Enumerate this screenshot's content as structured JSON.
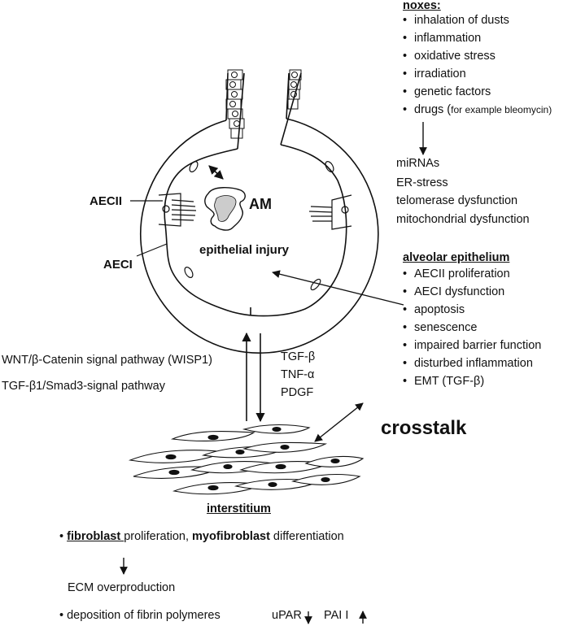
{
  "noxes": {
    "heading": "noxes:",
    "items": [
      "inhalation of dusts",
      "inflammation",
      "oxidative stress",
      "irradiation",
      "genetic factors"
    ],
    "drugs_prefix": "drugs (",
    "drugs_example": "for example bleomycin",
    "drugs_suffix": ")"
  },
  "mechanisms": [
    "miRNAs",
    "ER-stress",
    "telomerase dysfunction",
    "mitochondrial dysfunction"
  ],
  "alveolus": {
    "aecii": "AECII",
    "aeci": "AECI",
    "am": "AM",
    "injury": "epithelial injury"
  },
  "alveolar_epithelium": {
    "heading": "alveolar epithelium",
    "items": [
      "AECII proliferation",
      "AECI dysfunction",
      "apoptosis",
      "senescence",
      "impaired barrier function",
      "disturbed inflammation",
      "EMT (TGF-β)"
    ]
  },
  "pathways": [
    "WNT/β-Catenin signal pathway (WISP1)",
    "TGF-β1/Smad3-signal pathway"
  ],
  "factors": [
    "TGF-β",
    "TNF-α",
    "PDGF"
  ],
  "crosstalk": "crosstalk",
  "interstitium": {
    "heading": "interstitium",
    "line1_a": "fibroblast ",
    "line1_b": "proliferation, ",
    "line1_c": "myofibroblast",
    "line1_d": " differentiation",
    "ecm": "ECM overproduction",
    "fibrin": "deposition of fibrin polymeres",
    "upar": "uPAR",
    "pai": "PAI I"
  }
}
